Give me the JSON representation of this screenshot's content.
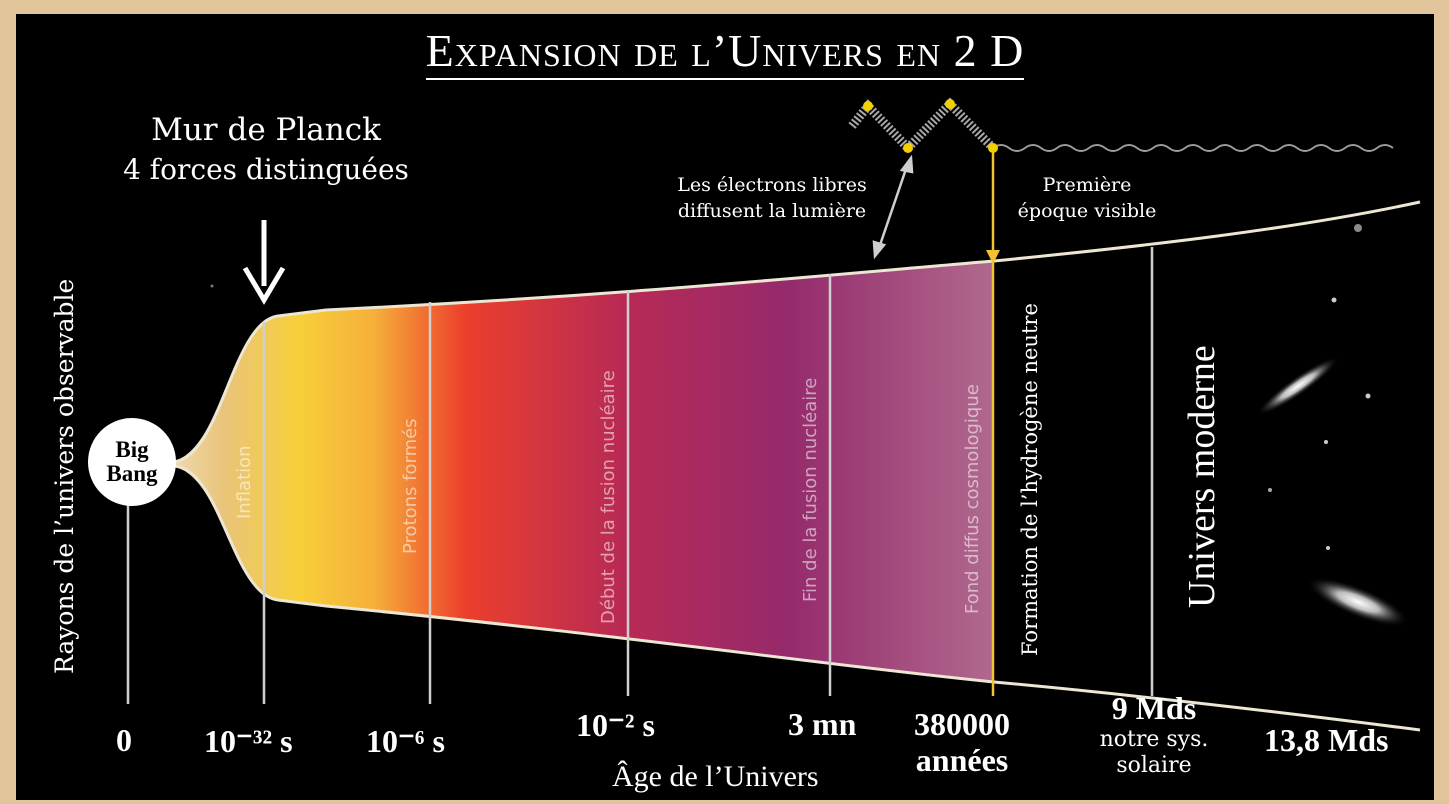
{
  "title": "Expansion de l’Univers en 2 D",
  "planck": {
    "line1": "Mur de Planck",
    "line2": "4 forces distinguées"
  },
  "notes": {
    "electrons": [
      "Les électrons libres",
      "diffusent la lumière"
    ],
    "first_visible": [
      "Première",
      "époque visible"
    ]
  },
  "big_bang": [
    "Big",
    "Bang"
  ],
  "y_axis_label": "Rayons de l’univers observable",
  "x_axis_label": "Âge de l’Univers",
  "bands": {
    "inflation": "Inflation",
    "protons": "Protons formés",
    "fusion_start": "Début de la fusion nucléaire",
    "fusion_end": "Fin de la fusion nucléaire",
    "cmb": "Fond diffus cosmologique",
    "hydrogen": "Formation de l’hydrogène neutre",
    "modern": "Univers moderne"
  },
  "time_labels": {
    "t0": "0",
    "t1": "10⁻³² s",
    "t2": "10⁻⁶ s",
    "t3": "10⁻² s",
    "t4": "3 mn",
    "t5": [
      "380000",
      "années"
    ],
    "t6": [
      "9 Mds",
      "notre sys.",
      "solaire"
    ],
    "t7": "13,8 Mds"
  },
  "colors": {
    "background": "#000000",
    "frame": "#e1c49a",
    "arrow_yellow": "#f2c230",
    "inflation_yellow": "#f8d54a",
    "proton_red": "#e8352e",
    "fusion_purple": "#9a2a6e"
  }
}
